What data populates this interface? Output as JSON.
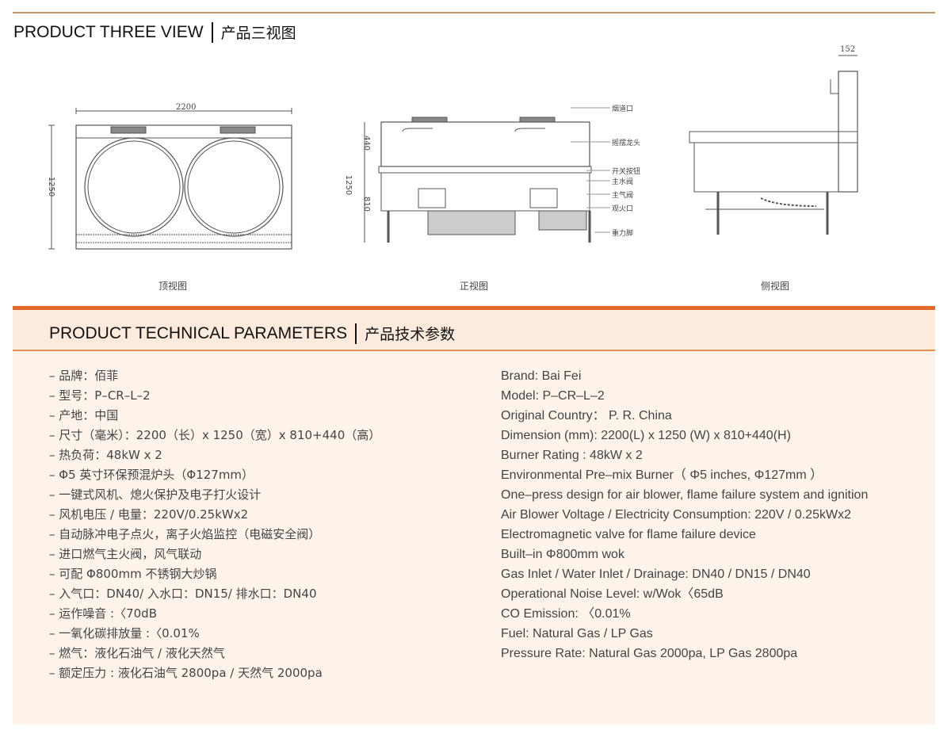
{
  "three_view": {
    "title_en": "PRODUCT THREE VIEW",
    "title_cn": "产品三视图",
    "top_view": {
      "caption": "顶视图",
      "dim_width": "2200",
      "dim_depth": "1250"
    },
    "front_view": {
      "caption": "正视图",
      "dim_total": "1250",
      "dim_upper": "440",
      "dim_lower": "810",
      "callouts": [
        "烟道口",
        "摇摆龙头",
        "开关按钮",
        "主水阀",
        "主气阀",
        "观火口",
        "重力脚"
      ]
    },
    "side_view": {
      "caption": "侧视图",
      "dim_top": "152"
    }
  },
  "params": {
    "title_en": "PRODUCT TECHNICAL PARAMETERS",
    "title_cn": "产品技术参数",
    "cn": [
      "– 品牌：佰菲",
      "– 型号：P–CR–L–2",
      "– 产地：中国",
      "– 尺寸（毫米）：2200（长）x 1250（宽）x 810+440（高）",
      "– 热负荷：48kW x 2",
      "– Φ5 英寸环保预混炉头（Φ127mm）",
      "– 一键式风机、熄火保护及电子打火设计",
      "– 风机电压 / 电量：220V/0.25kWx2",
      "– 自动脉冲电子点火，离子火焰监控（电磁安全阀）",
      "– 进口燃气主火阀，风气联动",
      "– 可配 Φ800mm 不锈钢大炒锅",
      "– 入气口：DN40/ 入水口：DN15/ 排水口：DN40",
      "– 运作噪音 :〈70dB",
      "– 一氧化碳排放量 :〈0.01%",
      "– 燃气：液化石油气 / 液化天然气",
      "– 额定压力 : 液化石油气 2800pa / 天然气 2000pa"
    ],
    "en": [
      "Brand:  Bai Fei",
      "Model:  P–CR–L–2",
      "Original Country：  P. R. China",
      "Dimension (mm):  2200(L) x 1250 (W) x 810+440(H)",
      "Burner Rating :  48kW x 2",
      "Environmental Pre–mix Burner（ Φ5 inches, Φ127mm ）",
      "One–press design for air blower, flame failure system and ignition",
      "Air Blower Voltage / Electricity Consumption: 220V / 0.25kWx2",
      "Electromagnetic valve for flame failure device",
      "Built–in Φ800mm wok",
      "Gas Inlet / Water Inlet / Drainage:  DN40 / DN15 / DN40",
      "Operational Noise Level: w/Wok〈65dB",
      "CO Emission: 〈0.01%",
      "Fuel: Natural Gas / LP Gas",
      "Pressure Rate: Natural Gas 2000pa, LP Gas 2800pa"
    ]
  }
}
